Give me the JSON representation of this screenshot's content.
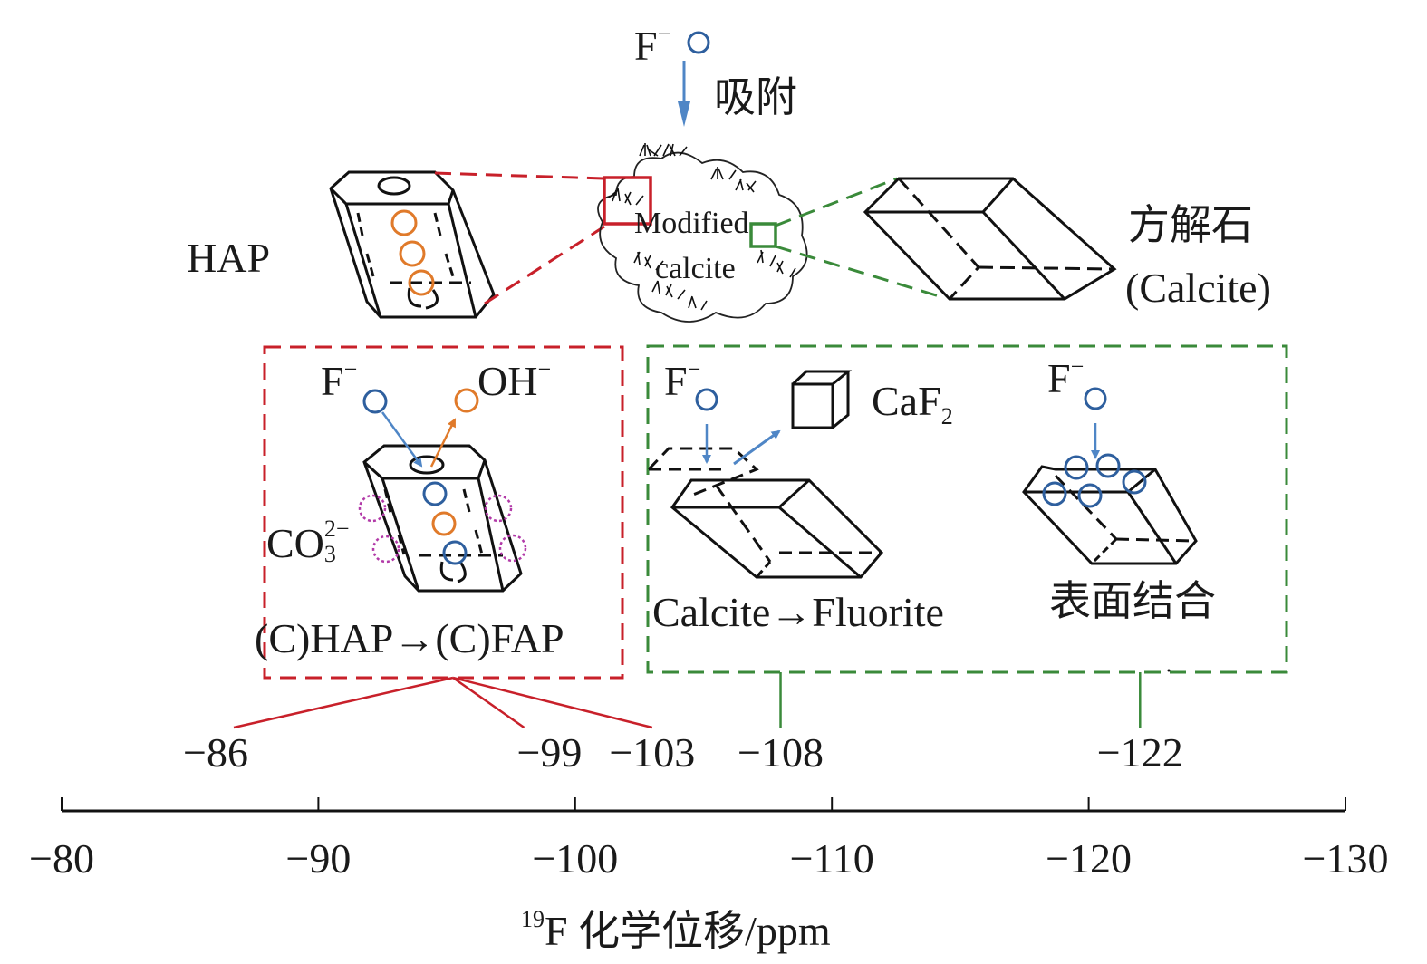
{
  "adsorption": {
    "ion_label": "F",
    "ion_charge": "−",
    "process_label": "吸附"
  },
  "top_row": {
    "hap_label": "HAP",
    "modified_calcite_line1": "Modified",
    "modified_calcite_line2": "calcite",
    "calcite_cn": "方解石",
    "calcite_en": "(Calcite)"
  },
  "red_box": {
    "f_label": "F",
    "f_charge": "−",
    "oh_label": "OH",
    "oh_charge": "−",
    "co3_label": "CO",
    "co3_sub": "3",
    "co3_sup": "2−",
    "caption": "(C)HAP→(C)FAP"
  },
  "green_box": {
    "left_f_label": "F",
    "left_f_charge": "−",
    "caf2_label": "CaF",
    "caf2_sub": "2",
    "left_caption": "Calcite→Fluorite",
    "right_f_label": "F",
    "right_f_charge": "−",
    "right_caption": "表面结合"
  },
  "colors": {
    "red_box": "#c8202a",
    "green_box": "#3a8a3a",
    "fluoride": "#2e5f9e",
    "hydroxide": "#e07a2a",
    "carbonate": "#b23aa8",
    "arrow_blue": "#4f86c6"
  },
  "chart_data": {
    "type": "axis-annotation",
    "xlabel_prefix_sup": "19",
    "xlabel": "F 化学位移/ppm",
    "xlim": [
      -80,
      -130
    ],
    "ticks": [
      -80,
      -90,
      -100,
      -110,
      -120,
      -130
    ],
    "tick_labels": [
      "−80",
      "−90",
      "−100",
      "−110",
      "−120",
      "−130"
    ],
    "peaks": [
      {
        "value": -86,
        "label": "−86",
        "group": "red"
      },
      {
        "value": -99,
        "label": "−99",
        "group": "red"
      },
      {
        "value": -103,
        "label": "−103",
        "group": "red"
      },
      {
        "value": -108,
        "label": "−108",
        "group": "green"
      },
      {
        "value": -122,
        "label": "−122",
        "group": "green"
      }
    ]
  }
}
